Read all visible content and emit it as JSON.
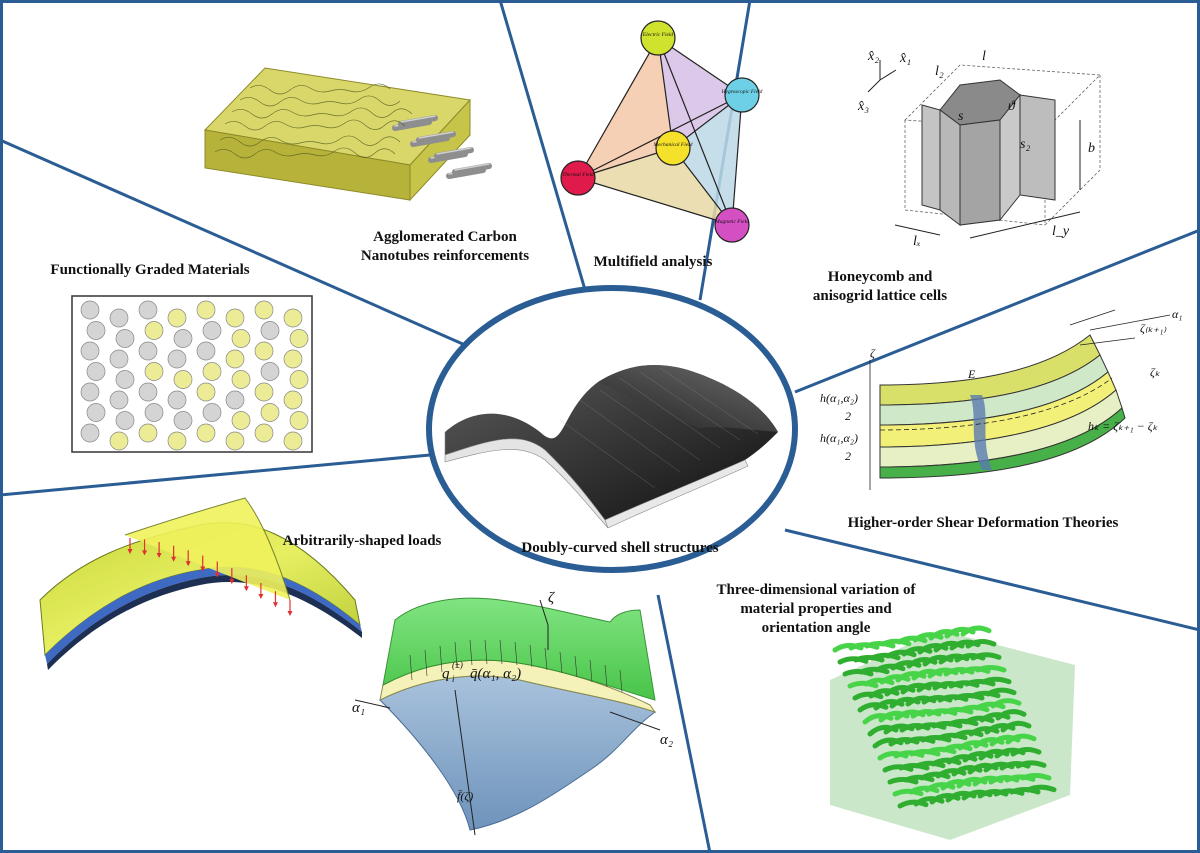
{
  "center": {
    "title": "Doubly-curved shell structures"
  },
  "sections": {
    "fgm": {
      "title": "Functionally Graded Materials"
    },
    "cnt": {
      "title_line1": "Agglomerated Carbon",
      "title_line2": "Nanotubes reinforcements"
    },
    "multifield": {
      "title": "Multifield analysis",
      "nodes": {
        "electric": "Electric Field",
        "hygroscopic": "Hygroscopic Field",
        "mechanical": "Mechanical Field",
        "thermal": "Thermal Field",
        "magnetic": "Magnetic Field"
      }
    },
    "honeycomb": {
      "title_line1": "Honeycomb and",
      "title_line2": "anisogrid lattice cells",
      "symbols": {
        "x2": "x̂₂",
        "x1": "x̂₁",
        "x3": "x̂₃",
        "l2": "l₂",
        "l": "l",
        "theta": "ϑ",
        "s": "s",
        "s2": "s₂",
        "b": "b",
        "lx": "lₓ",
        "ly": "l_y"
      }
    },
    "hsdt": {
      "title": "Higher-order Shear Deformation Theories",
      "symbols": {
        "zeta": "ζ",
        "alpha1": "α₁",
        "e": "E",
        "h_top": "h(α₁,α₂)",
        "h_bot": "h(α₁,α₂)",
        "two": "2",
        "z1": "ζ₍ₖ₊₁₎",
        "z2": "ζₖ",
        "rel": "hₖ = ζₖ₊₁ − ζₖ"
      }
    },
    "loads": {
      "title": "Arbitrarily-shaped loads",
      "symbols": {
        "zeta": "ζ",
        "alpha1": "α₁",
        "alpha2": "α₂",
        "q": "q",
        "q_sup": "(±)",
        "q_sub": "i",
        "q_rest": "q̄(α₁, α₂)",
        "f": "f̄(ζ)"
      }
    },
    "variation": {
      "title_line1": "Three-dimensional variation of",
      "title_line2": "material properties and",
      "title_line3": "orientation angle"
    }
  },
  "colors": {
    "divider": "#2b5d95",
    "fgm_yellow": "#ecec96",
    "fgm_gray": "#d4d4d4",
    "cnt_olive": "#c9c64c",
    "shell_green": "#3ec93e",
    "load_yellow": "#d7e34e",
    "load_blue": "#4d78c9"
  }
}
